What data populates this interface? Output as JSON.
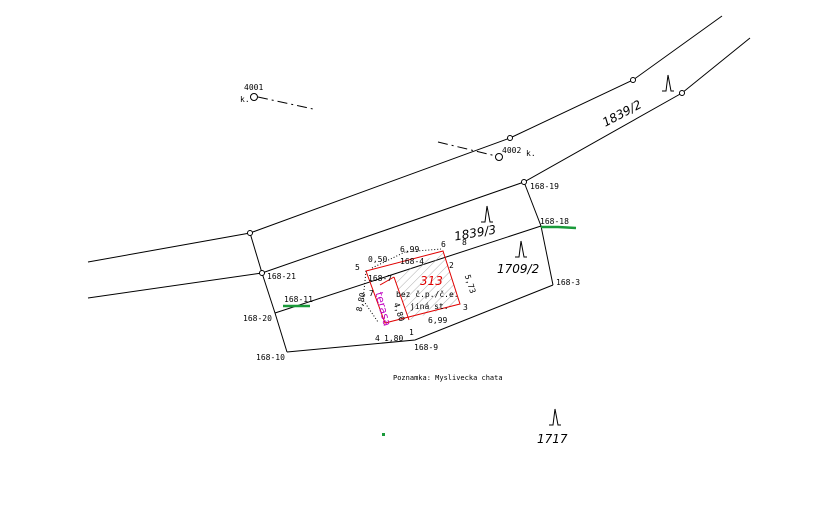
{
  "points": {
    "p4001": "4001",
    "p4001_k": "k.",
    "p4002": "4002",
    "p4002_k": "k.",
    "p168_19": "168-19",
    "p168_18": "168-18",
    "p168_3": "168-3",
    "p168_21": "168-21",
    "p168_20": "168-20",
    "p168_11": "168-11",
    "p168_10": "168-10",
    "p168_9": "168-9",
    "p168_7": "168-7",
    "p168_4": "168-4",
    "n5": "5",
    "n6": "6",
    "n7": "7",
    "n8": "8",
    "n2": "2",
    "n3": "3",
    "n4": "4",
    "n1": "1"
  },
  "parcels": {
    "p1839_2": "1839/2",
    "p1839_3": "1839/3",
    "p1709_2": "1709/2",
    "p1717": "1717"
  },
  "building": {
    "number": "313",
    "use": "bez č.p./č.e.",
    "use2": "jiná st.",
    "terrace": "terasa",
    "terrace_dim": "4,80",
    "dims": [
      "0,50",
      "6,99",
      "5,73",
      "6,99",
      "1,80",
      "8,80"
    ]
  },
  "note": "Poznamka: Myslivecka chata",
  "colors": {
    "building": "#e00000",
    "terrace": "#c000c0",
    "marker": "#1a9a3a"
  }
}
